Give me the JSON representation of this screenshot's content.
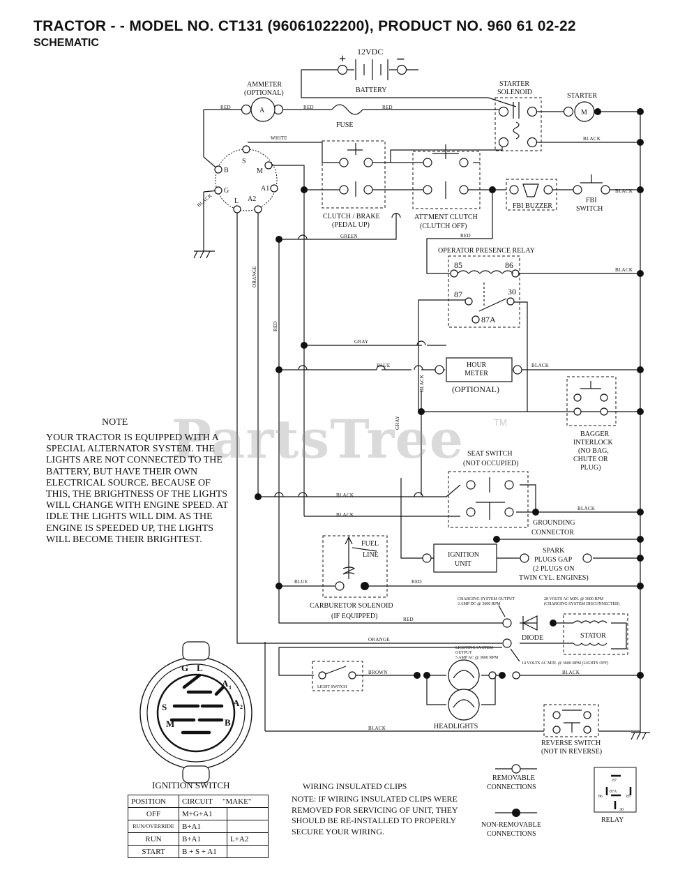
{
  "header": {
    "title": "TRACTOR - - MODEL NO. CT131 (96061022200), PRODUCT NO. 960 61 02-22",
    "subtitle": "SCHEMATIC"
  },
  "watermark": {
    "text": "PartsTree",
    "tm": "TM"
  },
  "components": {
    "battery_voltage": "12VDC",
    "battery_plus": "+",
    "battery_minus": "−",
    "battery": "BATTERY",
    "ammeter_1": "AMMETER",
    "ammeter_2": "(OPTIONAL)",
    "ammeter_symbol": "A",
    "fuse": "FUSE",
    "starter_solenoid_1": "STARTER",
    "starter_solenoid_2": "SOLENOID",
    "starter": "STARTER",
    "starter_symbol": "M",
    "clutch_brake_1": "CLUTCH / BRAKE",
    "clutch_brake_2": "(PEDAL UP)",
    "attment_clutch_1": "ATT'MENT CLUTCH",
    "attment_clutch_2": "(CLUTCH OFF)",
    "fbi_buzzer": "FBI BUZZER",
    "fbi_switch_1": "FBI",
    "fbi_switch_2": "SWITCH",
    "opr_relay": "OPERATOR PRESENCE RELAY",
    "relay_85": "85",
    "relay_86": "86",
    "relay_87": "87",
    "relay_30": "30",
    "relay_87a": "87A",
    "hour_meter_1": "HOUR",
    "hour_meter_2": "METER",
    "hour_meter_3": "(OPTIONAL)",
    "bagger_1": "BAGGER",
    "bagger_2": "INTERLOCK",
    "bagger_3": "(NO BAG,",
    "bagger_4": "CHUTE OR",
    "bagger_5": "PLUG)",
    "seat_switch_1": "SEAT SWITCH",
    "seat_switch_2": "(NOT OCCUPIED)",
    "grounding_1": "GROUNDING",
    "grounding_2": "CONNECTOR",
    "fuel_1": "FUEL",
    "fuel_2": "LINE",
    "ignition_unit_1": "IGNITION",
    "ignition_unit_2": "UNIT",
    "spark_1": "SPARK",
    "spark_2": "PLUGS GAP",
    "spark_3": "(2 PLUGS ON",
    "spark_4": "TWIN CYL. ENGINES)",
    "carb_1": "CARBURETOR SOLENOID",
    "carb_2": "(IF EQUIPPED)",
    "charging_1": "CHARGING SYSTEM OUTPUT",
    "charging_2": "3 AMP DC @ 3600 RPM",
    "volts28_1": "28 VOLTS AC MIN. @ 3600 RPM",
    "volts28_2": "(CHARGING SYSTEM DISCONNECTED)",
    "diode": "DIODE",
    "stator": "STATOR",
    "lighting_1": "LIGHTING SYSTEM",
    "lighting_2": "OUTPUT",
    "lighting_3": "5 AMP AC @ 3600 RPM",
    "volts14": "14 VOLTS AC MIN. @ 3600 RPM (LIGHTS OFF)",
    "light_switch": "LIGHT SWITCH",
    "headlights": "HEADLIGHTS",
    "reverse_1": "REVERSE SWITCH",
    "reverse_2": "(NOT IN REVERSE)",
    "ign_terminals": {
      "s": "S",
      "b": "B",
      "m": "M",
      "g": "G",
      "a1": "A1",
      "l": "L",
      "a2": "A2"
    }
  },
  "wire_colors": {
    "red": "RED",
    "white": "WHITE",
    "black": "BLACK",
    "green": "GREEN",
    "orange": "ORANGE",
    "gray": "GRAY",
    "blue": "BLUE",
    "brown": "BROWN"
  },
  "note": {
    "title": "NOTE",
    "body": "YOUR TRACTOR IS EQUIPPED WITH A SPECIAL ALTERNATOR SYSTEM. THE LIGHTS ARE NOT CONNECTED TO THE BATTERY, BUT HAVE THEIR OWN ELECTRICAL SOURCE. BECAUSE OF THIS, THE BRIGHTNESS OF THE LIGHTS WILL CHANGE WITH ENGINE SPEED. AT IDLE THE LIGHTS WILL DIM. AS THE ENGINE IS SPEEDED UP, THE LIGHTS WILL BECOME THEIR BRIGHTEST."
  },
  "ignition_switch": {
    "label": "IGNITION SWITCH",
    "face": {
      "g": "G",
      "l": "L",
      "a1": "A",
      "a1_sub": "1",
      "a2": "A",
      "a2_sub": "2",
      "s": "S",
      "m": "M",
      "b": "B"
    },
    "table": {
      "headers": [
        "POSITION",
        "CIRCUIT",
        "\"MAKE\""
      ],
      "rows": [
        [
          "OFF",
          "M+G+A1",
          ""
        ],
        [
          "RUN/OVERRIDE",
          "B+A1",
          ""
        ],
        [
          "RUN",
          "B+A1",
          "L+A2"
        ],
        [
          "START",
          "B + S + A1",
          ""
        ]
      ]
    }
  },
  "clips": {
    "title": "WIRING INSULATED CLIPS",
    "note": "NOTE:  IF WIRING INSULATED CLIPS WERE REMOVED FOR SERVICING OF UNIT, THEY SHOULD BE RE-INSTALLED TO PROPERLY SECURE YOUR WIRING."
  },
  "legend": {
    "removable_1": "REMOVABLE",
    "removable_2": "CONNECTIONS",
    "nonremovable_1": "NON-REMOVABLE",
    "nonremovable_2": "CONNECTIONS",
    "relay": "RELAY",
    "relay_pins": {
      "p87": "87",
      "p87a": "87A",
      "p86": "86",
      "p85": "85",
      "p30": "30"
    }
  }
}
